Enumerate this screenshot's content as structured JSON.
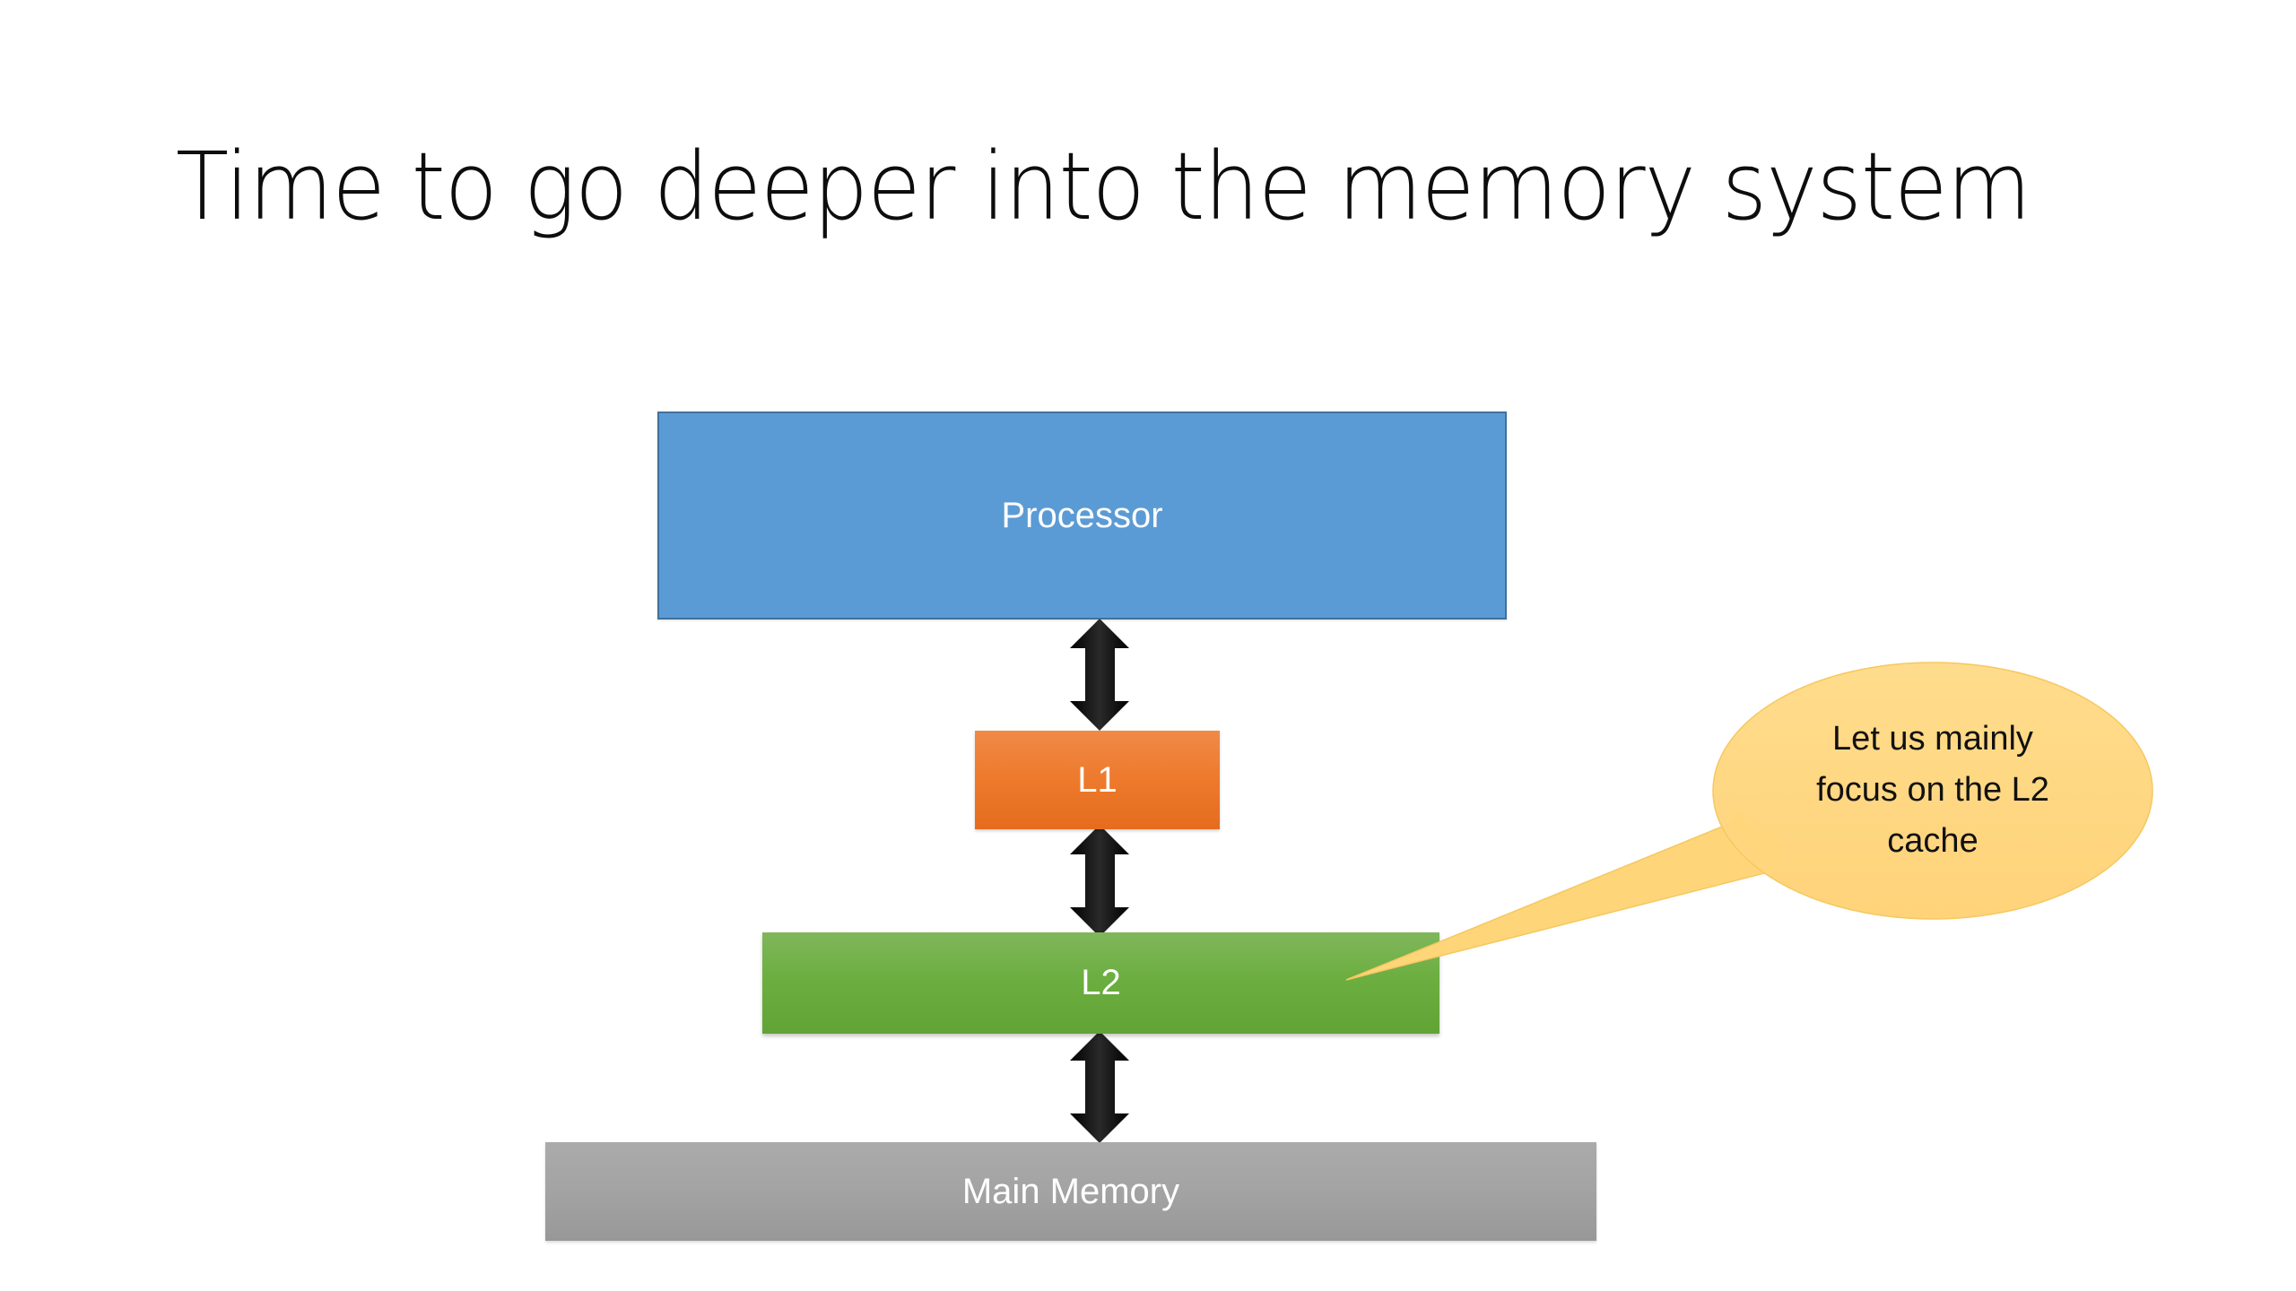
{
  "slide": {
    "title": "Time to go deeper into the memory system"
  },
  "diagram": {
    "nodes": [
      {
        "id": "processor",
        "label": "Processor",
        "color": "#5B9BD5"
      },
      {
        "id": "l1",
        "label": "L1",
        "color": "#ED7D31"
      },
      {
        "id": "l2",
        "label": "L2",
        "color": "#70AD47"
      },
      {
        "id": "main_memory",
        "label": "Main Memory",
        "color": "#A5A5A5"
      }
    ],
    "edges": [
      {
        "from": "processor",
        "to": "l1",
        "type": "bidirectional-arrow"
      },
      {
        "from": "l1",
        "to": "l2",
        "type": "bidirectional-arrow"
      },
      {
        "from": "l2",
        "to": "main_memory",
        "type": "bidirectional-arrow"
      }
    ],
    "callout": {
      "points_to": "l2",
      "lines": [
        "Let us mainly",
        "focus on the L2",
        "cache"
      ],
      "color": "#FFD780"
    }
  }
}
